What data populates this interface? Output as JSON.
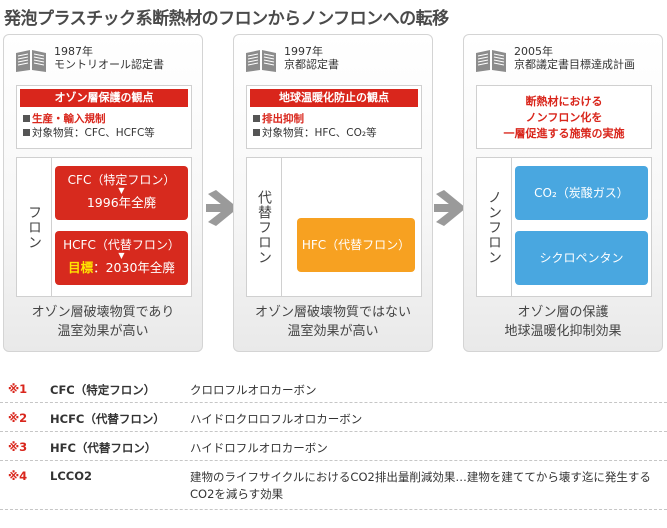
{
  "title": "発泡プラスチック系断熱材のフロンからノンフロンへの転移",
  "panels": [
    {
      "year": "1987年",
      "doc": "モントリオール認定書",
      "view_title": "オゾン層保護の観点",
      "view_line1": "生産・輸入規制",
      "view_line2": "対象物質：CFC、HCFC等",
      "side_label": "フロン",
      "box1_line1": "CFC（特定フロン）",
      "box1_line2": "1996年全廃",
      "box2_line1": "HCFC（代替フロン）",
      "box2_goal": "目標",
      "box2_line2": "：2030年全廃",
      "bottom1": "オゾン層破壊物質であり",
      "bottom2": "温室効果が高い"
    },
    {
      "year": "1997年",
      "doc": "京都認定書",
      "view_title": "地球温暖化防止の観点",
      "view_line1": "排出抑制",
      "view_line2": "対象物質：HFC、CO₂等",
      "side_label": "代替フロン",
      "box1": "HFC（代替フロン）",
      "bottom1": "オゾン層破壊物質ではない",
      "bottom2": "温室効果が高い"
    },
    {
      "year": "2005年",
      "doc": "京都議定書目標達成計画",
      "view_line1": "断熱材における",
      "view_line2": "ノンフロン化を",
      "view_line3": "一層促進する施策の実施",
      "side_label": "ノンフロン",
      "box1": "CO₂（炭酸ガス）",
      "box2": "シクロペンタン",
      "bottom1": "オゾン層の保護",
      "bottom2": "地球温暖化抑制効果"
    }
  ],
  "notes": [
    {
      "mark": "※1",
      "term": "CFC（特定フロン）",
      "desc": "クロロフルオロカーボン"
    },
    {
      "mark": "※2",
      "term": "HCFC（代替フロン）",
      "desc": "ハイドロクロロフルオロカーボン"
    },
    {
      "mark": "※3",
      "term": "HFC（代替フロン）",
      "desc": "ハイドロフルオロカーボン"
    },
    {
      "mark": "※4",
      "term": "LCCO2",
      "desc": "建物のライフサイクルにおけるCO2排出量削減効果…建物を建ててから壊す迄に発生するCO2を減らす効果"
    }
  ]
}
